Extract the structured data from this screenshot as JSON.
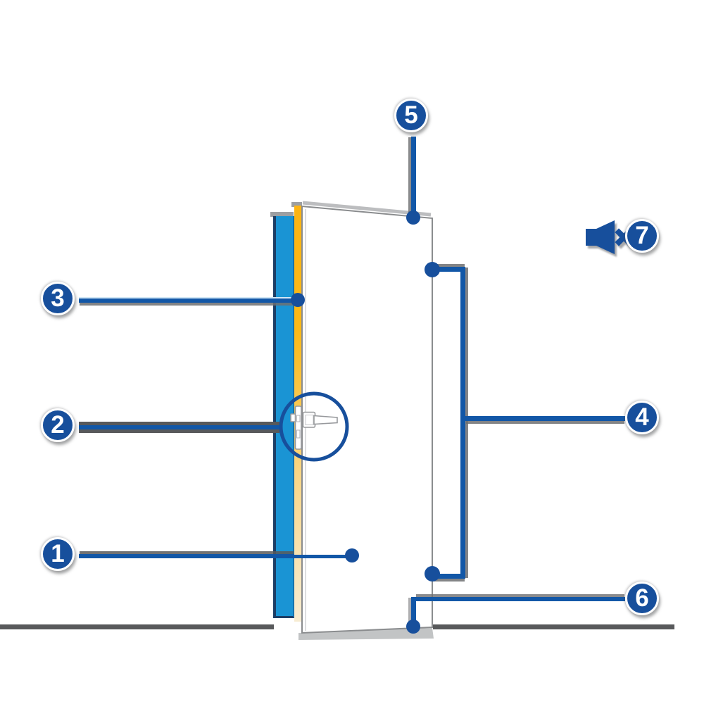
{
  "callouts": {
    "c1": {
      "label": "1",
      "points_to": "door-panel"
    },
    "c2": {
      "label": "2",
      "points_to": "lock-and-handle-magnifier"
    },
    "c3": {
      "label": "3",
      "points_to": "frame-seal-strip"
    },
    "c4": {
      "label": "4",
      "points_to": "perimeter-bracket"
    },
    "c5": {
      "label": "5",
      "points_to": "door-top-edge"
    },
    "c6": {
      "label": "6",
      "points_to": "door-bottom-edge"
    },
    "c7": {
      "label": "7",
      "points_to": "muted-speaker-icon"
    }
  },
  "icons": {
    "muted_speaker": "speaker-mute-icon"
  },
  "colors": {
    "accent_blue": "#174f9c",
    "line_blue": "#1257a7",
    "wall_blue": "#1a94d4",
    "wall_border_navy": "#1c3e66",
    "seal_yellow": "#fdb413",
    "seal_yellow_fade": "#f7ecd2",
    "floor_gray": "#58595b",
    "shadow_gray": "#6d6e71",
    "outline_gray": "#8a8c8e",
    "door_white": "#ffffff"
  }
}
